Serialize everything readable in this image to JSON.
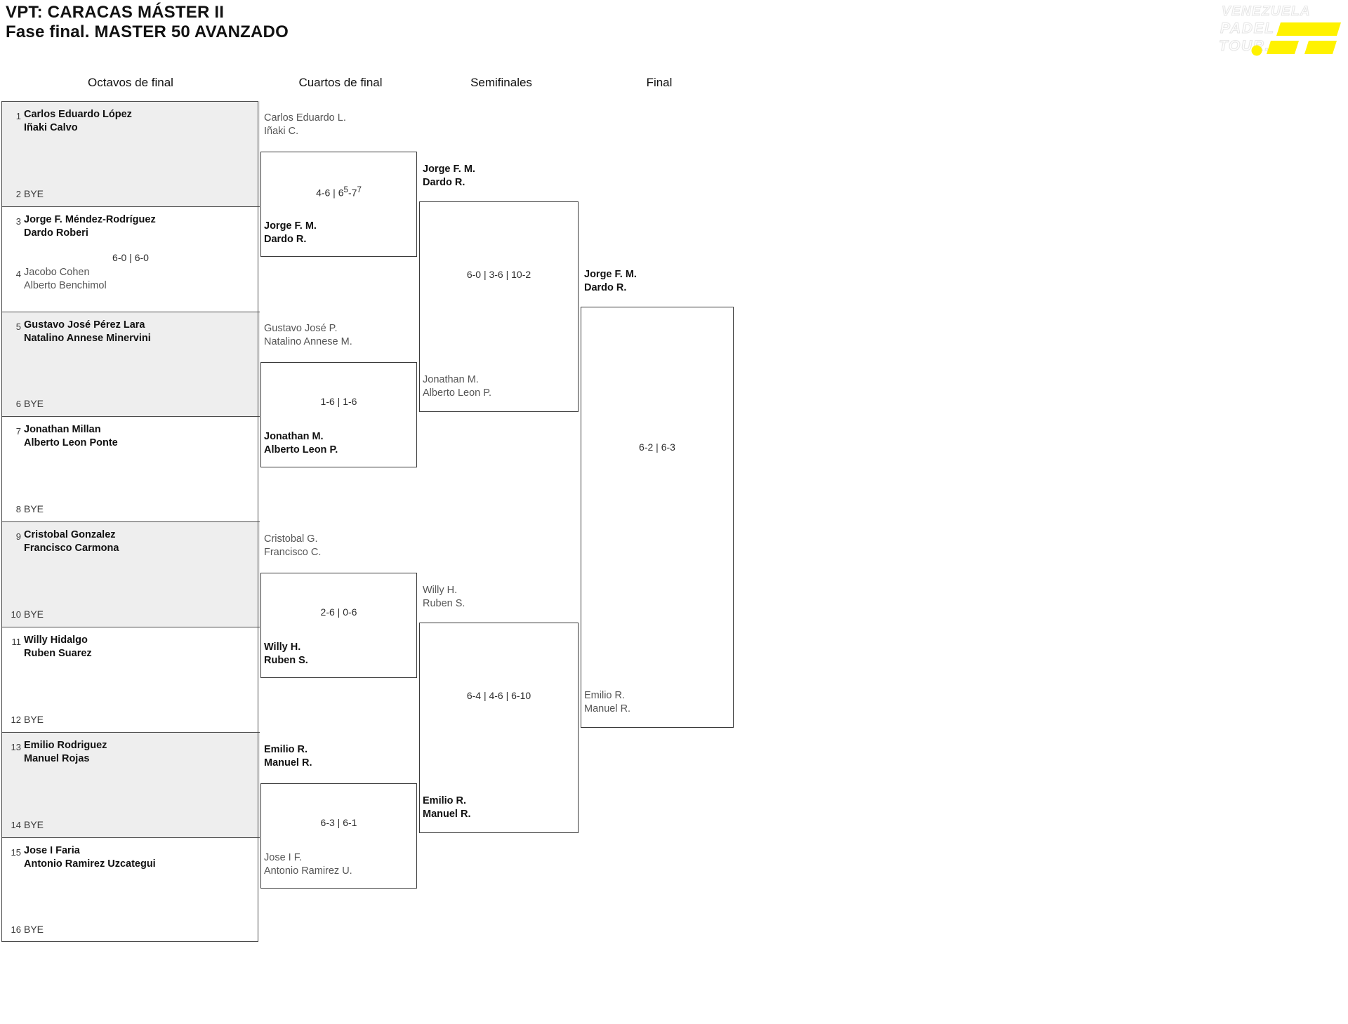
{
  "header": {
    "line1": "VPT: CARACAS MÁSTER II",
    "line2": "Fase final. MASTER 50 AVANZADO"
  },
  "logo": {
    "line1": "VENEZUELA",
    "line2": "PADEL",
    "line3": "TOUR.",
    "accent_color": "#FFF200",
    "outline_color": "#e9e9e9"
  },
  "rounds": [
    {
      "label": "Octavos de final"
    },
    {
      "label": "Cuartos de final"
    },
    {
      "label": "Semifinales"
    },
    {
      "label": "Final"
    }
  ],
  "round1": {
    "slots": [
      {
        "seed": "1",
        "p1": "Carlos Eduardo López",
        "p2": "Iñaki Calvo",
        "state": "winner",
        "bye": false
      },
      {
        "seed": "2",
        "p1": "BYE",
        "p2": "",
        "state": "bye",
        "bye": true
      },
      {
        "seed": "3",
        "p1": "Jorge F. Méndez-Rodríguez",
        "p2": "Dardo Roberi",
        "state": "winner",
        "bye": false
      },
      {
        "seed": "4",
        "p1": "Jacobo Cohen",
        "p2": "Alberto Benchimol",
        "state": "loser",
        "bye": false
      },
      {
        "seed": "5",
        "p1": "Gustavo José Pérez Lara",
        "p2": "Natalino Annese Minervini",
        "state": "winner",
        "bye": false
      },
      {
        "seed": "6",
        "p1": "BYE",
        "p2": "",
        "state": "bye",
        "bye": true
      },
      {
        "seed": "7",
        "p1": "Jonathan Millan",
        "p2": "Alberto Leon Ponte",
        "state": "winner",
        "bye": false
      },
      {
        "seed": "8",
        "p1": "BYE",
        "p2": "",
        "state": "bye",
        "bye": true
      },
      {
        "seed": "9",
        "p1": "Cristobal Gonzalez",
        "p2": "Francisco Carmona",
        "state": "winner",
        "bye": false
      },
      {
        "seed": "10",
        "p1": "BYE",
        "p2": "",
        "state": "bye",
        "bye": true
      },
      {
        "seed": "11",
        "p1": "Willy Hidalgo",
        "p2": "Ruben Suarez",
        "state": "winner",
        "bye": false
      },
      {
        "seed": "12",
        "p1": "BYE",
        "p2": "",
        "state": "bye",
        "bye": true
      },
      {
        "seed": "13",
        "p1": "Emilio Rodriguez",
        "p2": "Manuel Rojas",
        "state": "winner",
        "bye": false
      },
      {
        "seed": "14",
        "p1": "BYE",
        "p2": "",
        "state": "bye",
        "bye": true
      },
      {
        "seed": "15",
        "p1": "Jose I Faria",
        "p2": "Antonio Ramirez Uzcategui",
        "state": "winner",
        "bye": false
      },
      {
        "seed": "16",
        "p1": "BYE",
        "p2": "",
        "state": "bye",
        "bye": true
      }
    ],
    "scores": [
      {
        "text": "",
        "after_pair": 0
      },
      {
        "text": "6-0 | 6-0",
        "after_pair": 1
      },
      {
        "text": "",
        "after_pair": 2
      },
      {
        "text": "",
        "after_pair": 3
      },
      {
        "text": "",
        "after_pair": 4
      },
      {
        "text": "",
        "after_pair": 5
      },
      {
        "text": "",
        "after_pair": 6
      },
      {
        "text": "",
        "after_pair": 7
      }
    ]
  },
  "round2": {
    "matches": [
      {
        "top": {
          "p1": "Carlos Eduardo L.",
          "p2": "Iñaki C.",
          "state": "loser"
        },
        "bottom": {
          "p1": "Jorge F. M.",
          "p2": "Dardo R.",
          "state": "winner"
        },
        "score_main": "4-6 | 6",
        "score_sup1": "5",
        "score_mid": "-7",
        "score_sup2": "7",
        "score_plain": ""
      },
      {
        "top": {
          "p1": "Gustavo José P.",
          "p2": "Natalino Annese M.",
          "state": "loser"
        },
        "bottom": {
          "p1": "Jonathan M.",
          "p2": "Alberto Leon P.",
          "state": "winner"
        },
        "score_plain": "1-6 | 1-6"
      },
      {
        "top": {
          "p1": "Cristobal G.",
          "p2": "Francisco C.",
          "state": "loser"
        },
        "bottom": {
          "p1": "Willy H.",
          "p2": "Ruben S.",
          "state": "winner"
        },
        "score_plain": "2-6 | 0-6"
      },
      {
        "top": {
          "p1": "Emilio R.",
          "p2": "Manuel R.",
          "state": "winner"
        },
        "bottom": {
          "p1": "Jose I F.",
          "p2": "Antonio Ramirez U.",
          "state": "loser"
        },
        "score_plain": "6-3 | 6-1"
      }
    ]
  },
  "round3": {
    "matches": [
      {
        "top": {
          "p1": "Jorge F. M.",
          "p2": "Dardo R.",
          "state": "winner"
        },
        "bottom": {
          "p1": "Jonathan M.",
          "p2": "Alberto Leon P.",
          "state": "loser"
        },
        "score_plain": "6-0 | 3-6 | 10-2"
      },
      {
        "top": {
          "p1": "Willy H.",
          "p2": "Ruben S.",
          "state": "loser"
        },
        "bottom": {
          "p1": "Emilio R.",
          "p2": "Manuel R.",
          "state": "winner"
        },
        "score_plain": "6-4 | 4-6 | 6-10"
      }
    ]
  },
  "round4": {
    "match": {
      "top": {
        "p1": "Jorge F. M.",
        "p2": "Dardo R.",
        "state": "winner"
      },
      "bottom": {
        "p1": "Emilio R.",
        "p2": "Manuel R.",
        "state": "loser"
      },
      "score_plain": "6-2 | 6-3"
    }
  }
}
